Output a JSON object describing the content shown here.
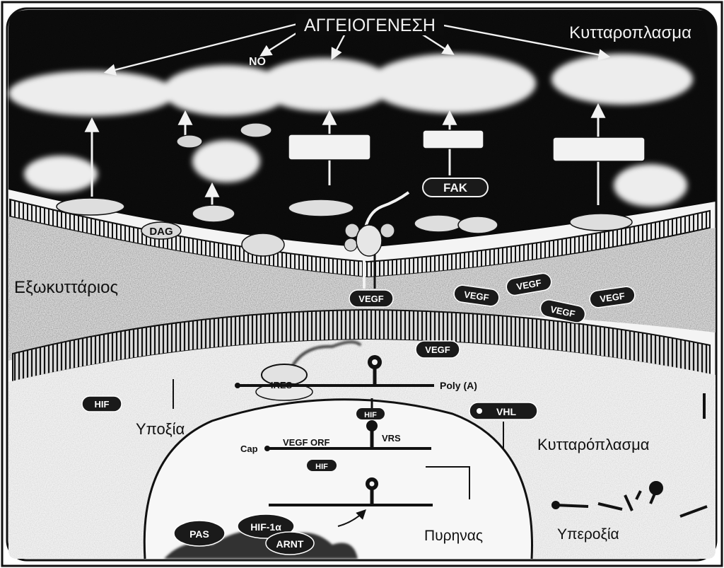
{
  "labels": {
    "angiogenesis": "ΑΓΓΕΙΟΓΕΝΕΣΗ",
    "cytoplasm_top": "Κυτταροπλασμα",
    "no": "NO",
    "fak": "FAK",
    "dag": "DAG",
    "extracellular": "Εξωκυττάριος",
    "vegf": "VEGF",
    "hypoxia": "Υποξία",
    "hif": "HIF",
    "poly_a": "Poly (A)",
    "ires": "IRES",
    "vhl": "VHL",
    "hif_small": "HIF",
    "vrs": "VRS",
    "cap": "Cap",
    "vegf_orf": "VEGF ORF",
    "cytoplasm_bottom": "Κυτταρόπλασμα",
    "nucleus": "Πυρηνας",
    "pas": "PAS",
    "hif_1a": "HIF-1α",
    "arnt": "ARNT",
    "hyperoxia": "Υπεροξία"
  },
  "colors": {
    "background": "#ffffff",
    "dark": "#0b0b0b",
    "ink": "#111111",
    "light": "#f2f2f2"
  }
}
